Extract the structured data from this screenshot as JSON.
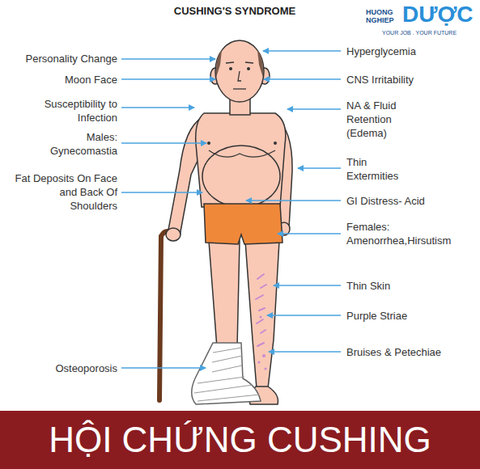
{
  "diagram": {
    "title": "CUSHING'S SYNDROME",
    "nodes": [
      {
        "text": [
          "HỘI CHỨNG CUSHING"
        ]
      }
    ],
    "labels": [
      "Personality Change",
      "Moon Face",
      "Susceptibility to Infection",
      "Males: Gynecomastia",
      "Fat Deposits On Face and Back Of Shoulders",
      "Osteoporosis",
      "Hyperglycemia",
      "CNS Irritability",
      "NA & Fluid Retention (Edema)",
      "Thin Extermities",
      "GI Distress- Acid",
      "Females: Amenorrhea,Hirsutism",
      "Thin Skin",
      "Purple Striae",
      "Bruises & Petechiae",
      "HUONG",
      "NGHIEP",
      "DƯỢC",
      "YOUR JOB . YOUR FUTURE"
    ]
  }
}
